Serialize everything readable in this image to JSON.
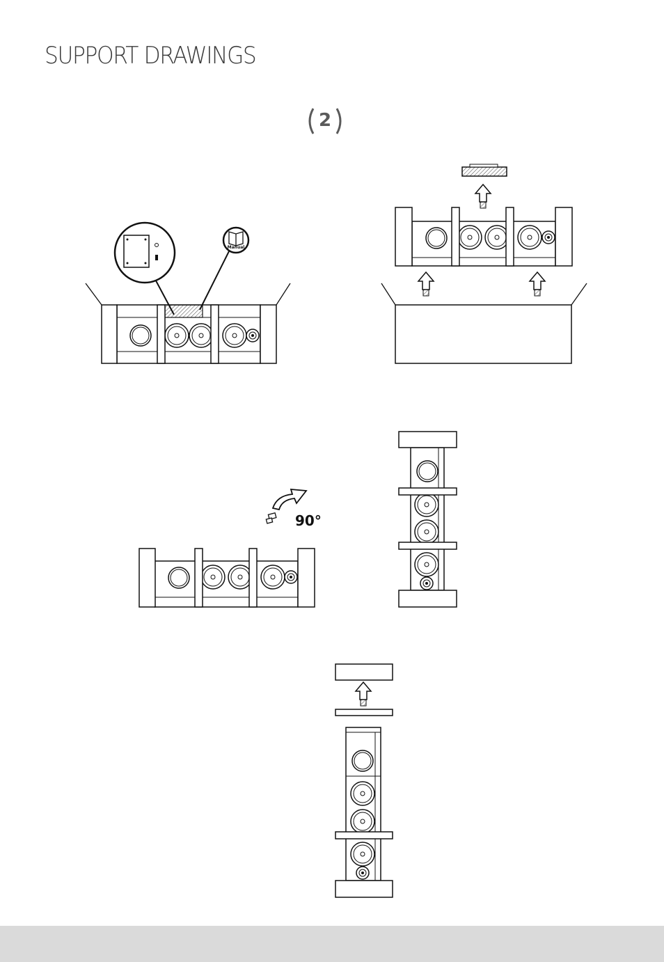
{
  "header": {
    "title": "SUPPORT DRAWINGS"
  },
  "step": {
    "number": "2"
  },
  "figure1": {
    "manual_label": "Manual"
  },
  "figure3": {
    "rotation_label": "90°"
  },
  "colors": {
    "line": "#111111",
    "footer": "#dadada",
    "title": "#3a3a3a"
  }
}
